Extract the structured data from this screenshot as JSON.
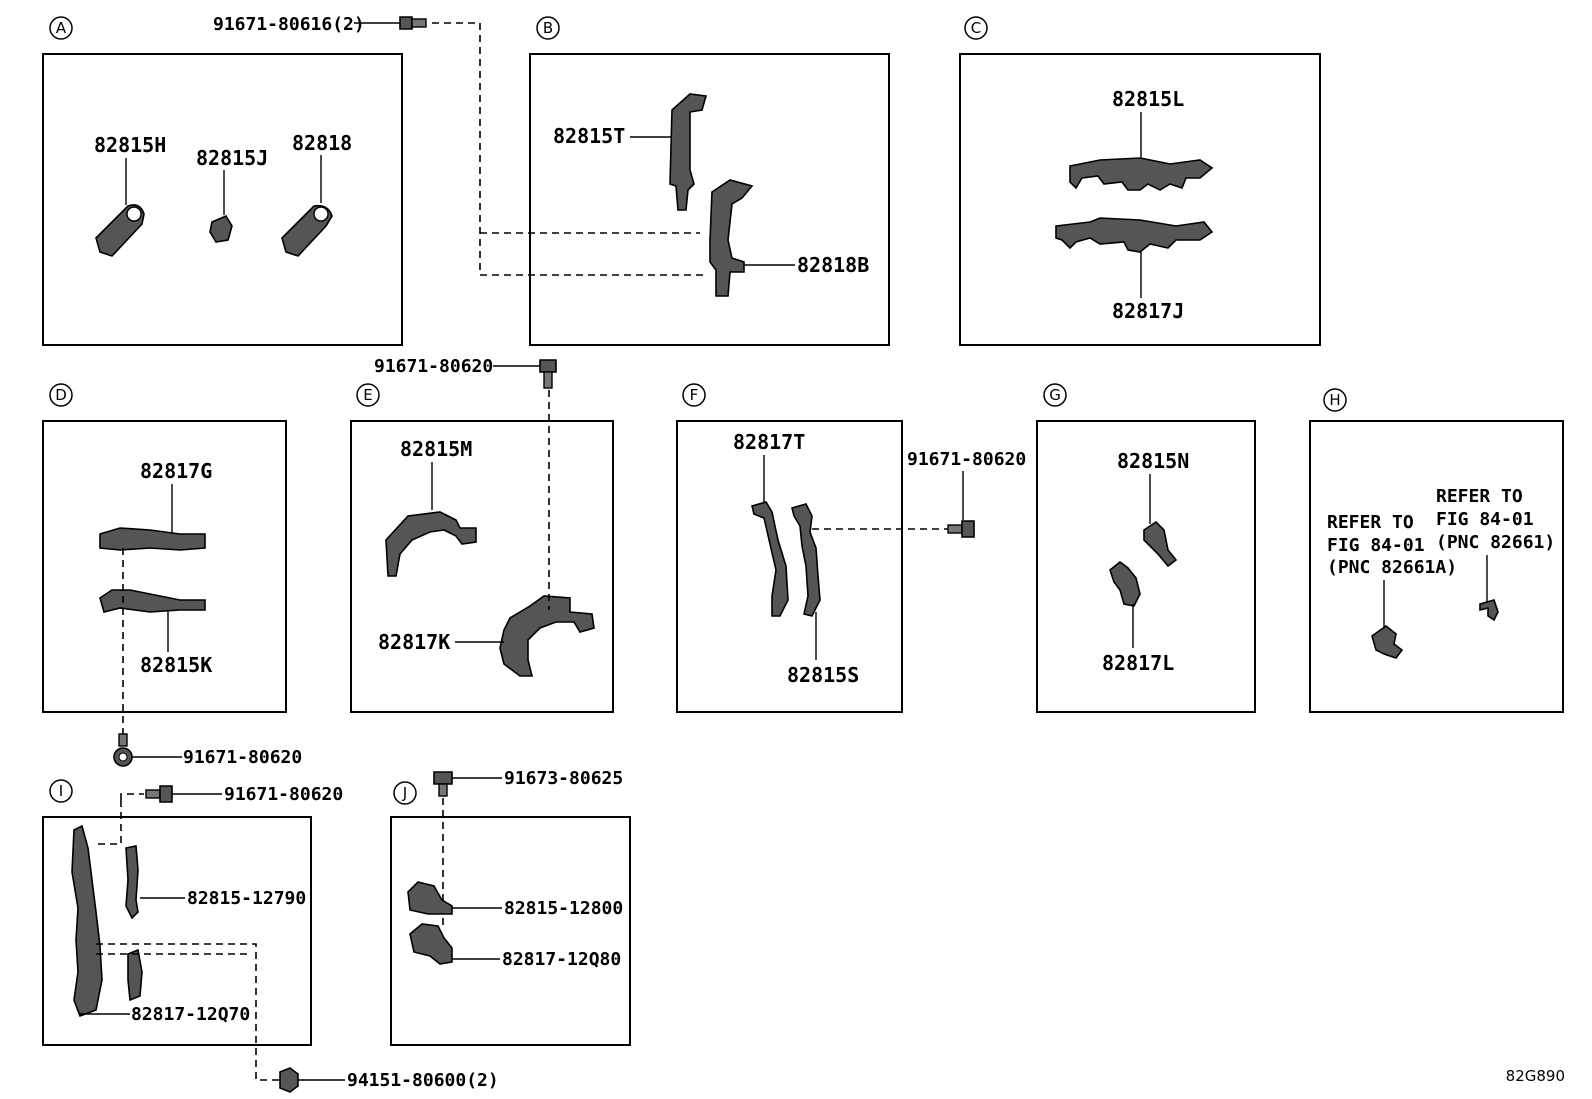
{
  "sections": {
    "A": {
      "letter": "A"
    },
    "B": {
      "letter": "B"
    },
    "C": {
      "letter": "C"
    },
    "D": {
      "letter": "D"
    },
    "E": {
      "letter": "E"
    },
    "F": {
      "letter": "F"
    },
    "G": {
      "letter": "G"
    },
    "H": {
      "letter": "H"
    },
    "I": {
      "letter": "I"
    },
    "J": {
      "letter": "J"
    }
  },
  "parts": {
    "bolt_a": "91671-80616(2)",
    "p82815H": "82815H",
    "p82815J": "82815J",
    "p82818": "82818",
    "p82815T": "82815T",
    "p82818B": "82818B",
    "p82815L": "82815L",
    "p82817J": "82817J",
    "bolt_e": "91671-80620",
    "p82817G": "82817G",
    "p82815K": "82815K",
    "p82815M": "82815M",
    "p82817K": "82817K",
    "p82817T": "82817T",
    "bolt_f": "91671-80620",
    "p82815S": "82815S",
    "p82815N": "82815N",
    "p82817L": "82817L",
    "h_ref1_line1": "REFER TO",
    "h_ref1_line2": "FIG 84-01",
    "h_ref1_line3": "(PNC 82661A)",
    "h_ref2_line1": "REFER TO",
    "h_ref2_line2": "FIG 84-01",
    "h_ref2_line3": "(PNC 82661)",
    "bolt_d": "91671-80620",
    "bolt_i": "91671-80620",
    "p82815_12790": "82815-12790",
    "p82817_12Q70": "82817-12Q70",
    "nut_i": "94151-80600(2)",
    "bolt_j": "91673-80625",
    "p82815_12800": "82815-12800",
    "p82817_12Q80": "82817-12Q80"
  },
  "figure_code": "82G890"
}
